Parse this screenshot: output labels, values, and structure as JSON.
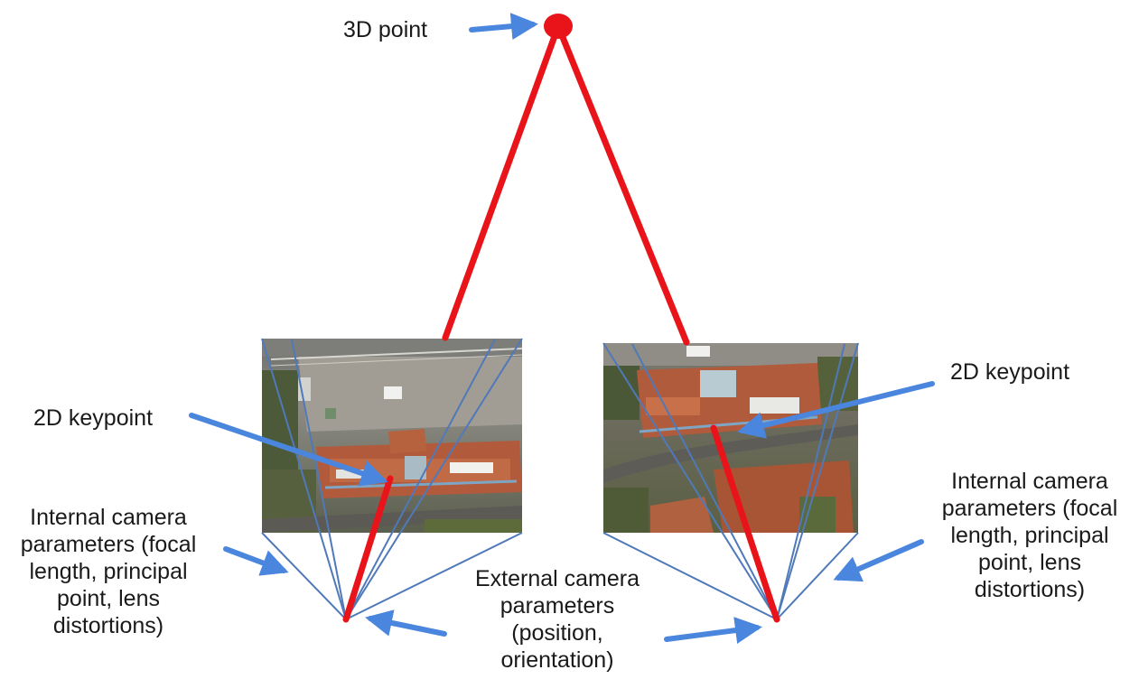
{
  "labels": {
    "point_3d": "3D point",
    "keypoint_left": "2D keypoint",
    "keypoint_right": "2D keypoint",
    "internal_left": [
      "Internal camera",
      "parameters (focal",
      "length, principal",
      "point, lens",
      "distortions)"
    ],
    "internal_right": [
      "Internal camera",
      "parameters (focal",
      "length, principal",
      "point, lens",
      "distortions)"
    ],
    "external": [
      "External camera",
      "parameters",
      "(position,",
      "orientation)"
    ]
  },
  "colors": {
    "ray": "#e8141a",
    "arrow": "#4a86dd",
    "frustum": "#4f79b8",
    "roof": "#b5563a",
    "ground": "#6f6a60",
    "pavement": "#9c9992",
    "vegetation": "#4e5d35"
  }
}
